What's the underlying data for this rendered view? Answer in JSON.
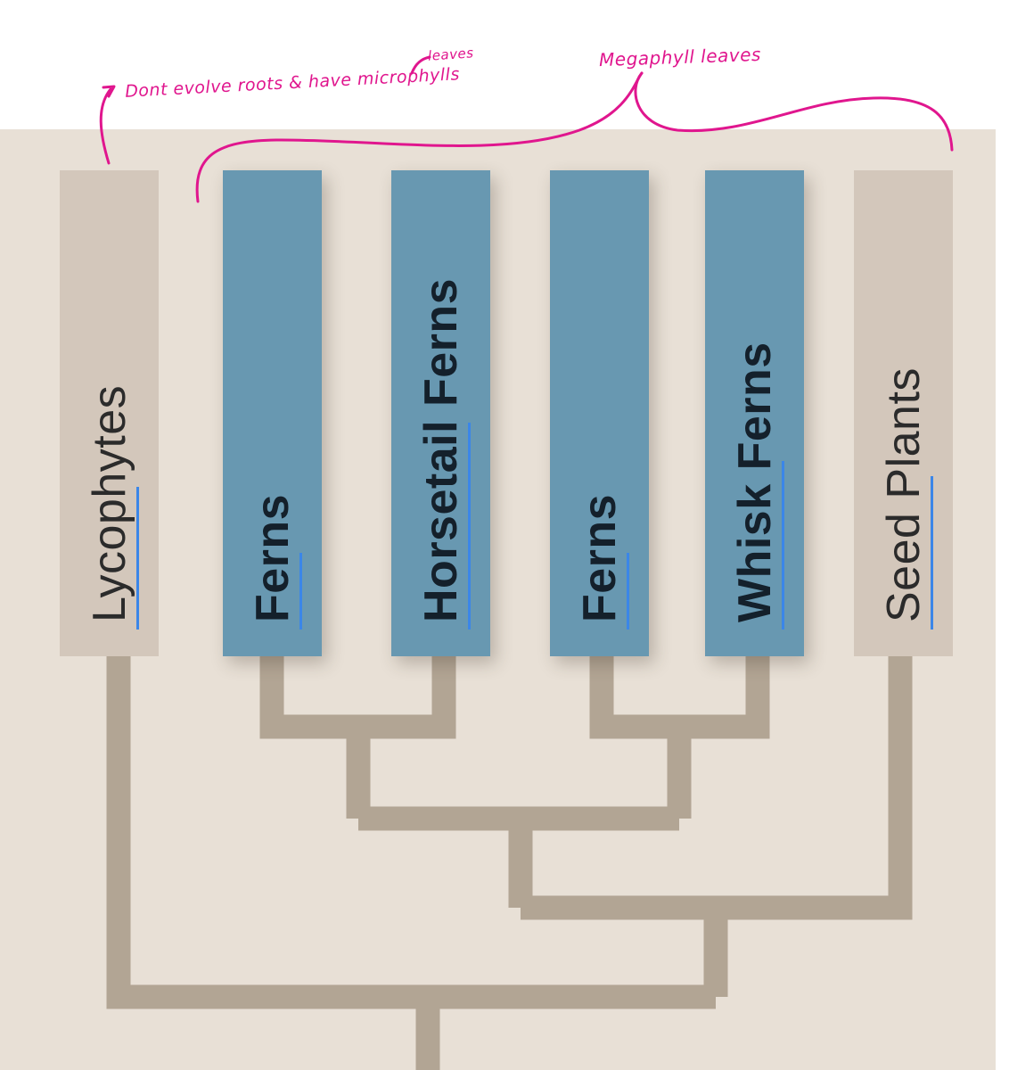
{
  "taxa": [
    {
      "label": "Lycophytes",
      "style": "gray"
    },
    {
      "label": "Ferns",
      "style": "blue"
    },
    {
      "label": "Horsetail Ferns",
      "style": "blue"
    },
    {
      "label": "Ferns",
      "style": "blue"
    },
    {
      "label": "Whisk Ferns",
      "style": "blue"
    },
    {
      "label": "Seed Plants",
      "style": "gray"
    }
  ],
  "annotations": {
    "roots_note": "Dont evolve roots & have microphylls",
    "leaves_note": "leaves",
    "megaphyll_note": "Megaphyll leaves"
  },
  "colors": {
    "panel_background": "#e8e0d6",
    "gray_box": "#d3c7bb",
    "blue_box": "#6898b1",
    "branch": "#b2a594",
    "annotation_ink": "#e0168e",
    "label_accent": "#3b86e8"
  }
}
